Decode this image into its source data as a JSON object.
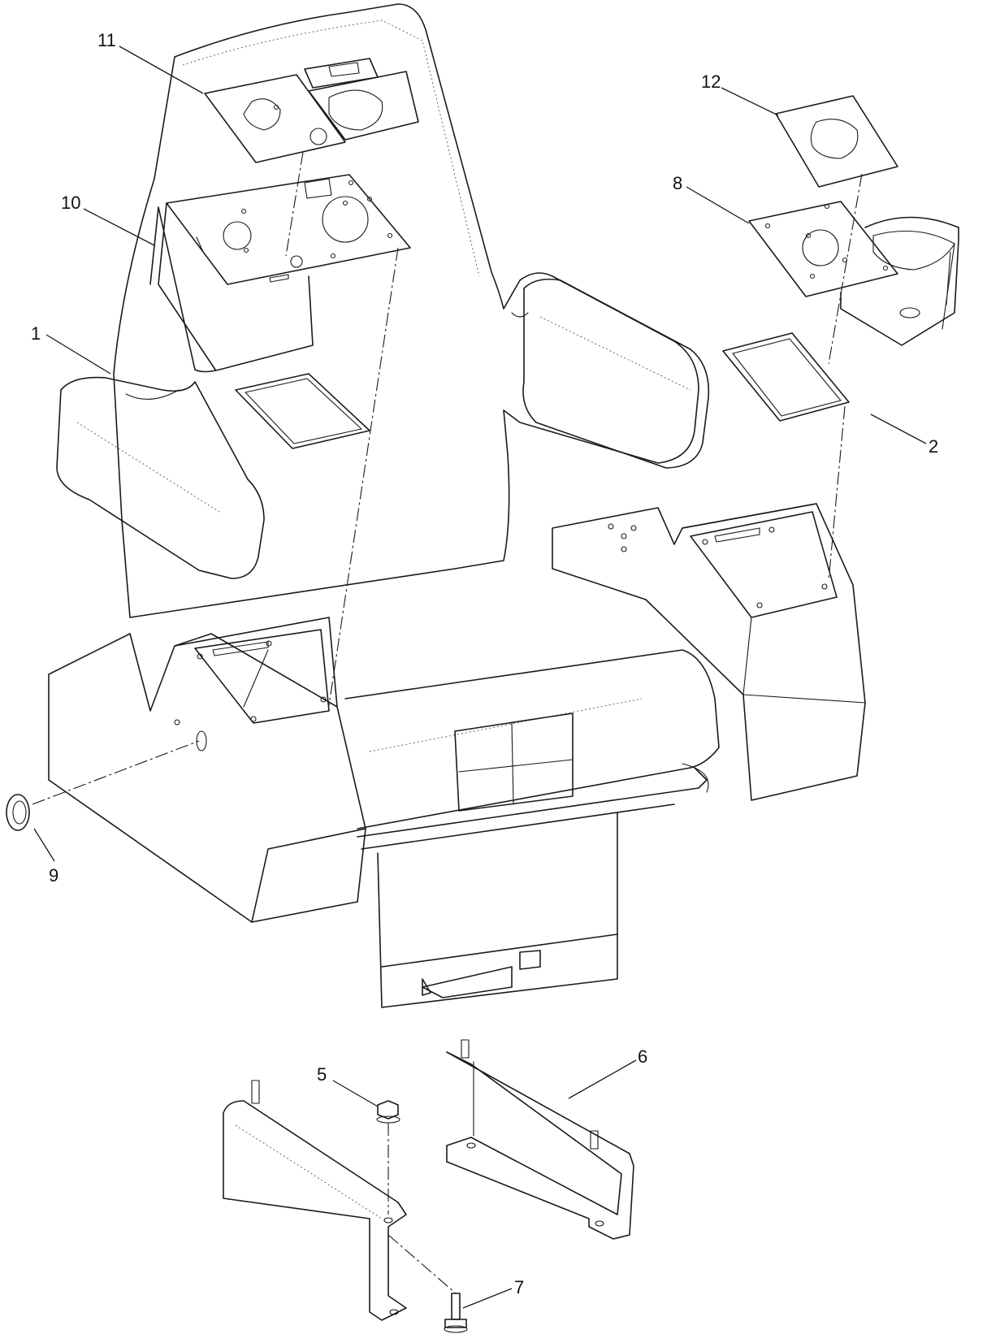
{
  "diagram": {
    "type": "exploded-parts-view",
    "line_color": "#1a1a1a",
    "background": "#ffffff"
  },
  "callouts": {
    "c1": "1",
    "c2": "2",
    "c5": "5",
    "c6": "6",
    "c7": "7",
    "c8": "8",
    "c9": "9",
    "c10": "10",
    "c11": "11",
    "c12": "12"
  }
}
